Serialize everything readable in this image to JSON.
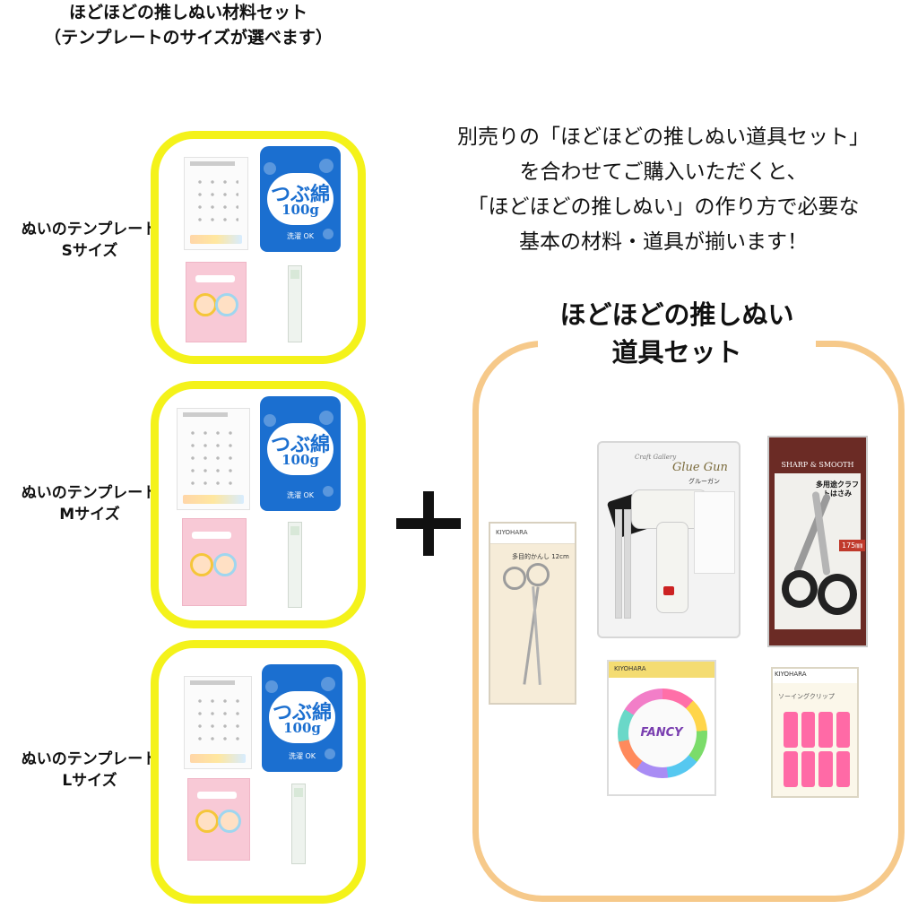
{
  "left_title": {
    "line1": "ほどほどの推しぬい材料セット",
    "line2": "（テンプレートのサイズが選べます）"
  },
  "kits": [
    {
      "label_line1": "ぬいのテンプレート",
      "label_line2": "Sサイズ"
    },
    {
      "label_line1": "ぬいのテンプレート",
      "label_line2": "Mサイズ"
    },
    {
      "label_line1": "ぬいのテンプレート",
      "label_line2": "Lサイズ"
    }
  ],
  "cotton": {
    "name": "つぶ綿",
    "weight": "100g",
    "fine": "洗濯 OK"
  },
  "description": {
    "line1": "別売りの「ほどほどの推しぬい道具セット」",
    "line2": "を合わせてご購入いただくと、",
    "line3": "「ほどほどの推しぬい」の作り方で必要な",
    "line4": "基本の材料・道具が揃います！"
  },
  "tools_title": {
    "line1": "ほどほどの推しぬい",
    "line2": "道具セット"
  },
  "tools": {
    "glue_gun": {
      "brand": "Craft Gallery",
      "name": "Glue Gun",
      "jp": "グルーガン"
    },
    "scissors": {
      "brand": "SHARP & SMOOTH",
      "name": "多用途クラフトはさみ",
      "size": "175㎜"
    },
    "forceps": {
      "brand": "KIYOHARA",
      "name": "多目的かんし 12cm"
    },
    "pins": {
      "brand": "KIYOHARA",
      "name": "FANCY"
    },
    "clips": {
      "brand": "KIYOHARA",
      "name": "ソーイングクリップ"
    }
  },
  "colors": {
    "kit_frame": "#f4f21a",
    "tools_frame": "#f6c98a",
    "cotton_blue": "#1b6fd0"
  }
}
